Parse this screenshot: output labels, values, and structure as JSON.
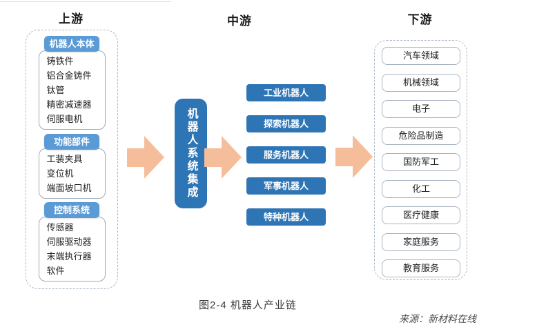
{
  "page": {
    "caption": "图2-4 机器人产业链",
    "source": "来源：新材料在线"
  },
  "columns": {
    "upstream": {
      "title": "上游",
      "groups": [
        {
          "header": "机器人本体",
          "items": [
            "铸铁件",
            "铝合金铸件",
            "钛管",
            "精密减速器",
            "伺服电机"
          ]
        },
        {
          "header": "功能部件",
          "items": [
            "工装夹具",
            "变位机",
            "端面坡口机"
          ]
        },
        {
          "header": "控制系统",
          "items": [
            "传感器",
            "伺服驱动器",
            "末端执行器",
            "软件"
          ]
        }
      ]
    },
    "midstream": {
      "title": "中游",
      "integrator": "机器人系统集成",
      "robot_types": [
        "工业机器人",
        "探索机器人",
        "服务机器人",
        "军事机器人",
        "特种机器人"
      ]
    },
    "downstream": {
      "title": "下游",
      "fields": [
        "汽车领域",
        "机械领域",
        "电子",
        "危险品制造",
        "国防军工",
        "化工",
        "医疗健康",
        "家庭服务",
        "教育服务"
      ]
    }
  },
  "icons": {
    "flow_arrow": "right-block-arrow"
  },
  "colors": {
    "chip_blue": "#5B9BD5",
    "box_blue": "#2E75B6",
    "arrow_peach": "#F5BD9A",
    "dashed_border": "#A9B7C6",
    "box_border_gray": "#9FA9B5"
  }
}
